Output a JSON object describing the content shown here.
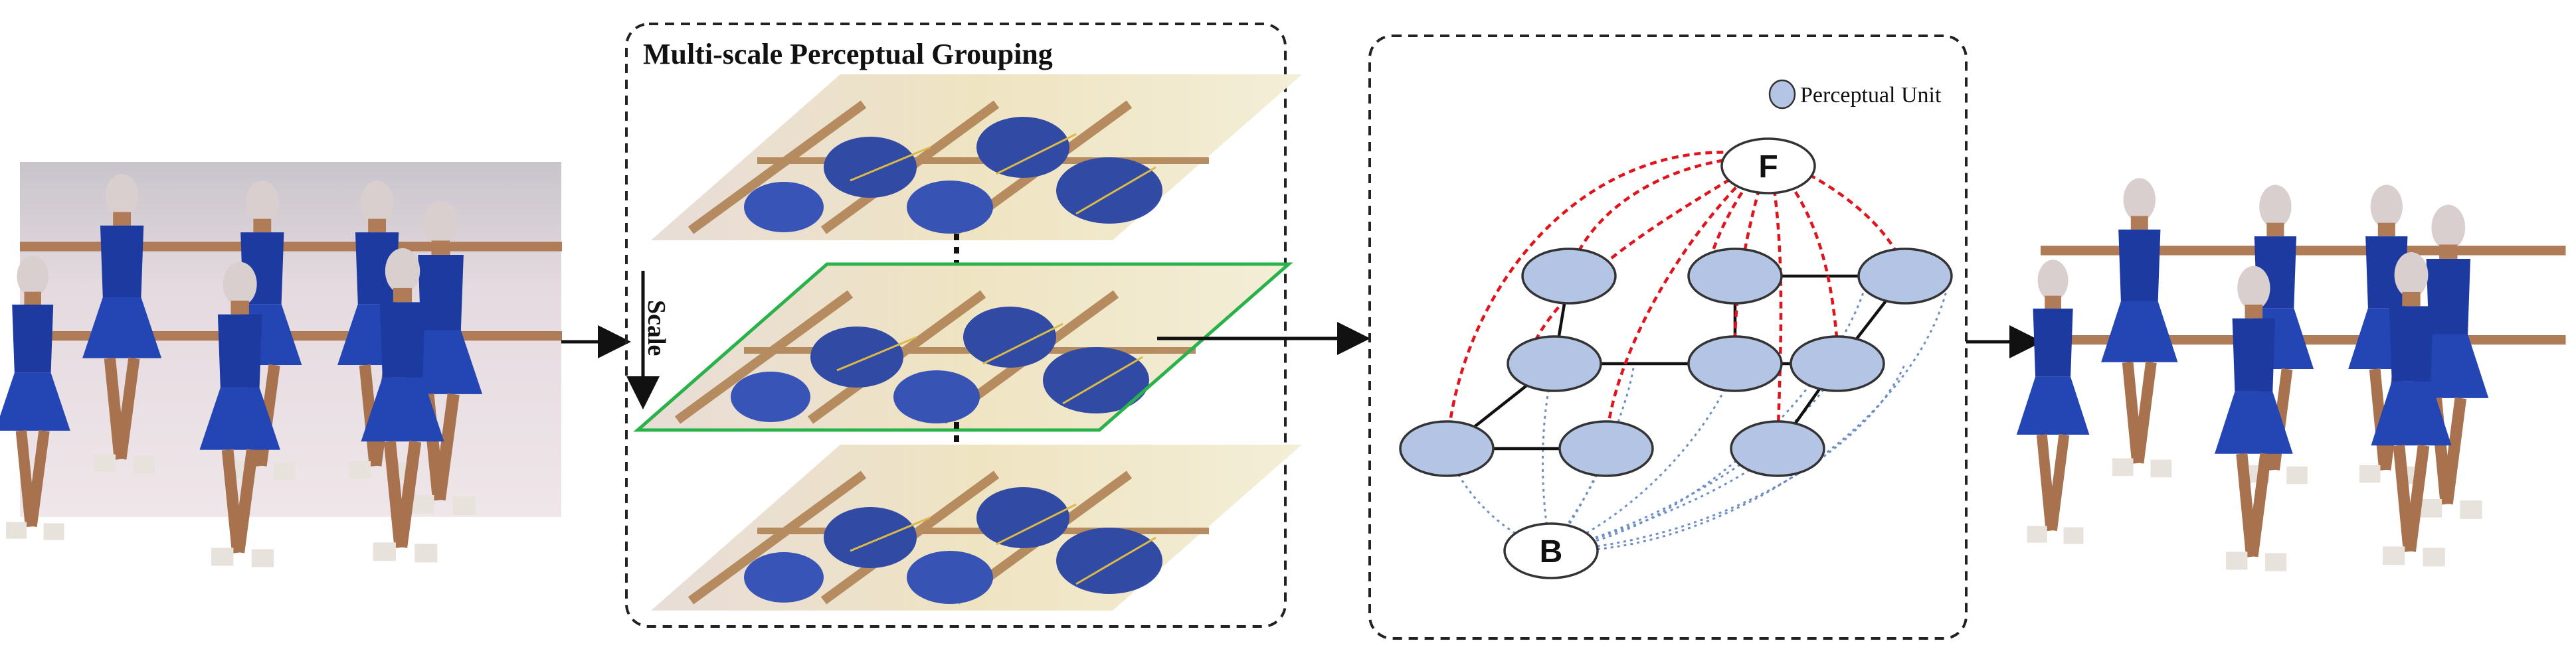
{
  "grouping_panel": {
    "title": "Multi-scale Perceptual Grouping",
    "scale_label": "Scale"
  },
  "graph_panel": {
    "legend_label": "Perceptual Unit",
    "foreground_node": "F",
    "background_node": "B"
  },
  "colors": {
    "node_fill": "#b4c4e4",
    "foreground_edge": "#e0141c",
    "background_edge": "#6f8fc4",
    "highlight_frame": "#2ab24a",
    "skater_dress": "#1d3aa0",
    "ice": "#e9dfe3"
  },
  "icons": [
    "skating-photo",
    "segmented-skaters",
    "pyramid-layer",
    "ellipsis-dots"
  ]
}
